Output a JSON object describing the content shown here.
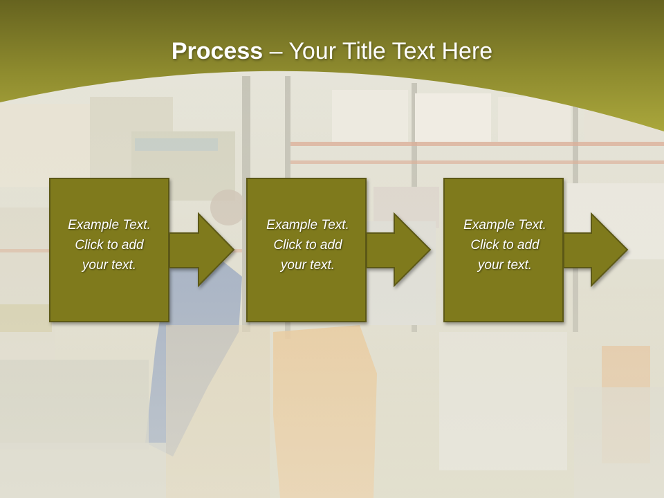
{
  "slide": {
    "title_bold": "Process",
    "title_rest": " – Your Title Text Here"
  },
  "process_steps": [
    {
      "lines": [
        "Example Text.",
        "Click  to add",
        "your text."
      ]
    },
    {
      "lines": [
        "Example Text.",
        "Click  to add",
        "your text."
      ]
    },
    {
      "lines": [
        "Example Text.",
        "Click  to add",
        "your text."
      ]
    }
  ],
  "colors": {
    "banner_dark": "#6d6a22",
    "banner_light": "#a8a53a",
    "box_fill": "#7f7a1f",
    "box_border": "#5b5813",
    "text": "#ffffff"
  }
}
